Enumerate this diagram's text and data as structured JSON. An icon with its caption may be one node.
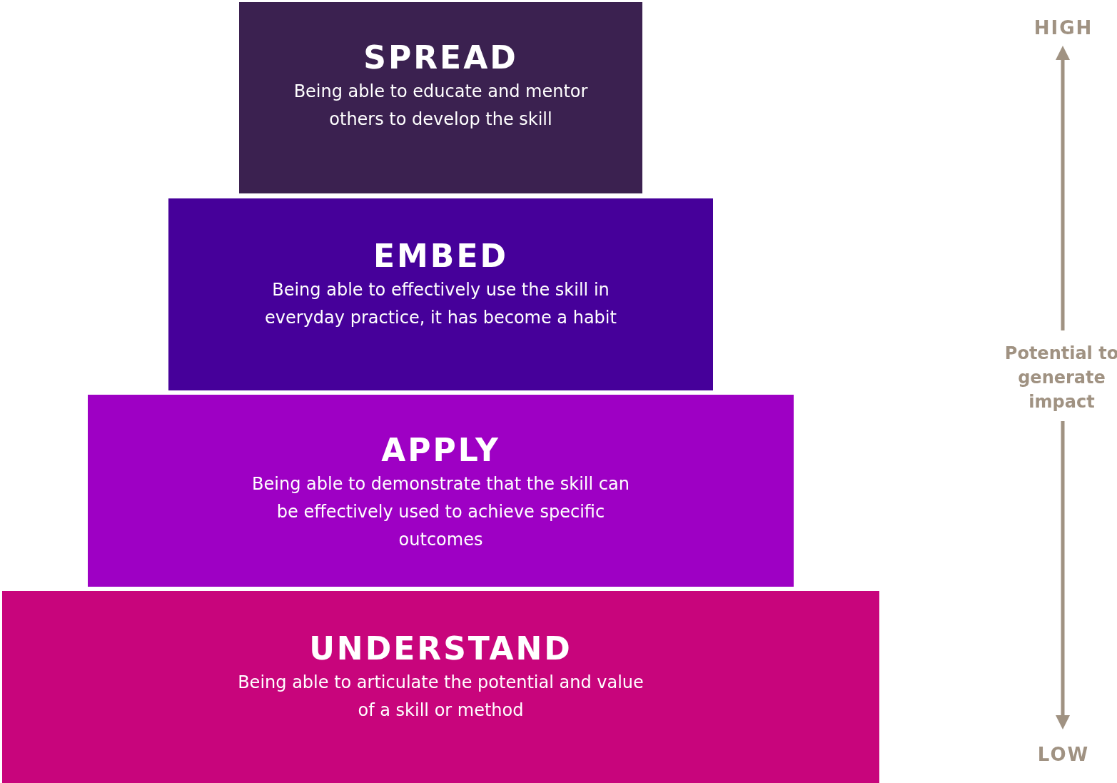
{
  "diagram": {
    "nodes": [
      {
        "text": [
          "SPREAD",
          "Being able to educate and mentor others to develop the skill"
        ]
      },
      {
        "text": [
          "EMBED",
          "Being able to effectively use the skill in everyday practice, it has become a habit"
        ]
      },
      {
        "text": [
          "APPLY",
          "Being able to demonstrate that the skill can be effectively used to achieve specific outcomes"
        ]
      },
      {
        "text": [
          "UNDERSTAND",
          "Being able to articulate the potential and value of a skill or method"
        ]
      }
    ],
    "edges": [],
    "labels": [
      "HIGH",
      "Potential to generate impact",
      "LOW"
    ]
  }
}
